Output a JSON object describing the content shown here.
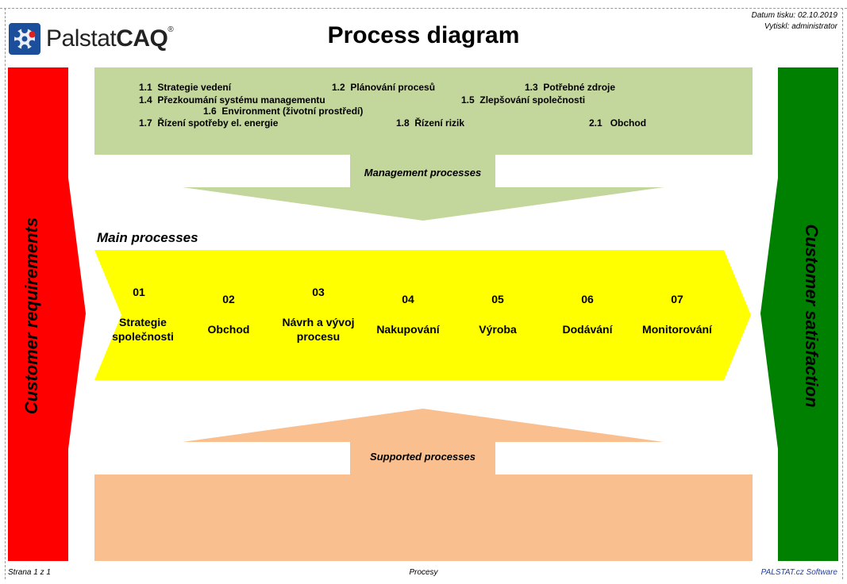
{
  "header": {
    "logo_text_regular": "Palstat",
    "logo_text_bold": "CAQ",
    "logo_reg": "®",
    "title": "Process diagram",
    "print_date": "Datum tisku: 02.10.2019",
    "printed_by": "Vytiskl: administrator"
  },
  "sides": {
    "left_label": "Customer requirements",
    "right_label": "Customer satisfaction"
  },
  "management": {
    "tag": "Management processes",
    "items": [
      {
        "code": "1.1",
        "label": "Strategie vedení"
      },
      {
        "code": "1.2",
        "label": "Plánování procesů"
      },
      {
        "code": "1.3",
        "label": "Potřebné zdroje"
      },
      {
        "code": "1.4",
        "label": "Přezkoumání systému managementu"
      },
      {
        "code": "1.5",
        "label": "Zlepšování společnosti"
      },
      {
        "code": "1.6",
        "label": "Environment (životní prostředí)"
      },
      {
        "code": "1.7",
        "label": "Řízení spotřeby el. energie"
      },
      {
        "code": "1.8",
        "label": "Řízení rizik"
      },
      {
        "code": "2.1",
        "label": "Obchod"
      }
    ]
  },
  "main": {
    "title": "Main processes",
    "processes": [
      {
        "number": "01",
        "name": "Strategie společnosti"
      },
      {
        "number": "02",
        "name": "Obchod"
      },
      {
        "number": "03",
        "name": "Návrh a vývoj procesu"
      },
      {
        "number": "04",
        "name": "Nakupování"
      },
      {
        "number": "05",
        "name": "Výroba"
      },
      {
        "number": "06",
        "name": "Dodávání"
      },
      {
        "number": "07",
        "name": "Monitorování"
      }
    ]
  },
  "support": {
    "tag": "Supported processes"
  },
  "footer": {
    "page": "Strana 1 z 1",
    "center": "Procesy",
    "right": "PALSTAT.cz Software"
  },
  "colors": {
    "left_side": "#ff0000",
    "right_side": "#008000",
    "management": "#c3d69b",
    "main": "#ffff00",
    "support": "#fabf8f"
  }
}
